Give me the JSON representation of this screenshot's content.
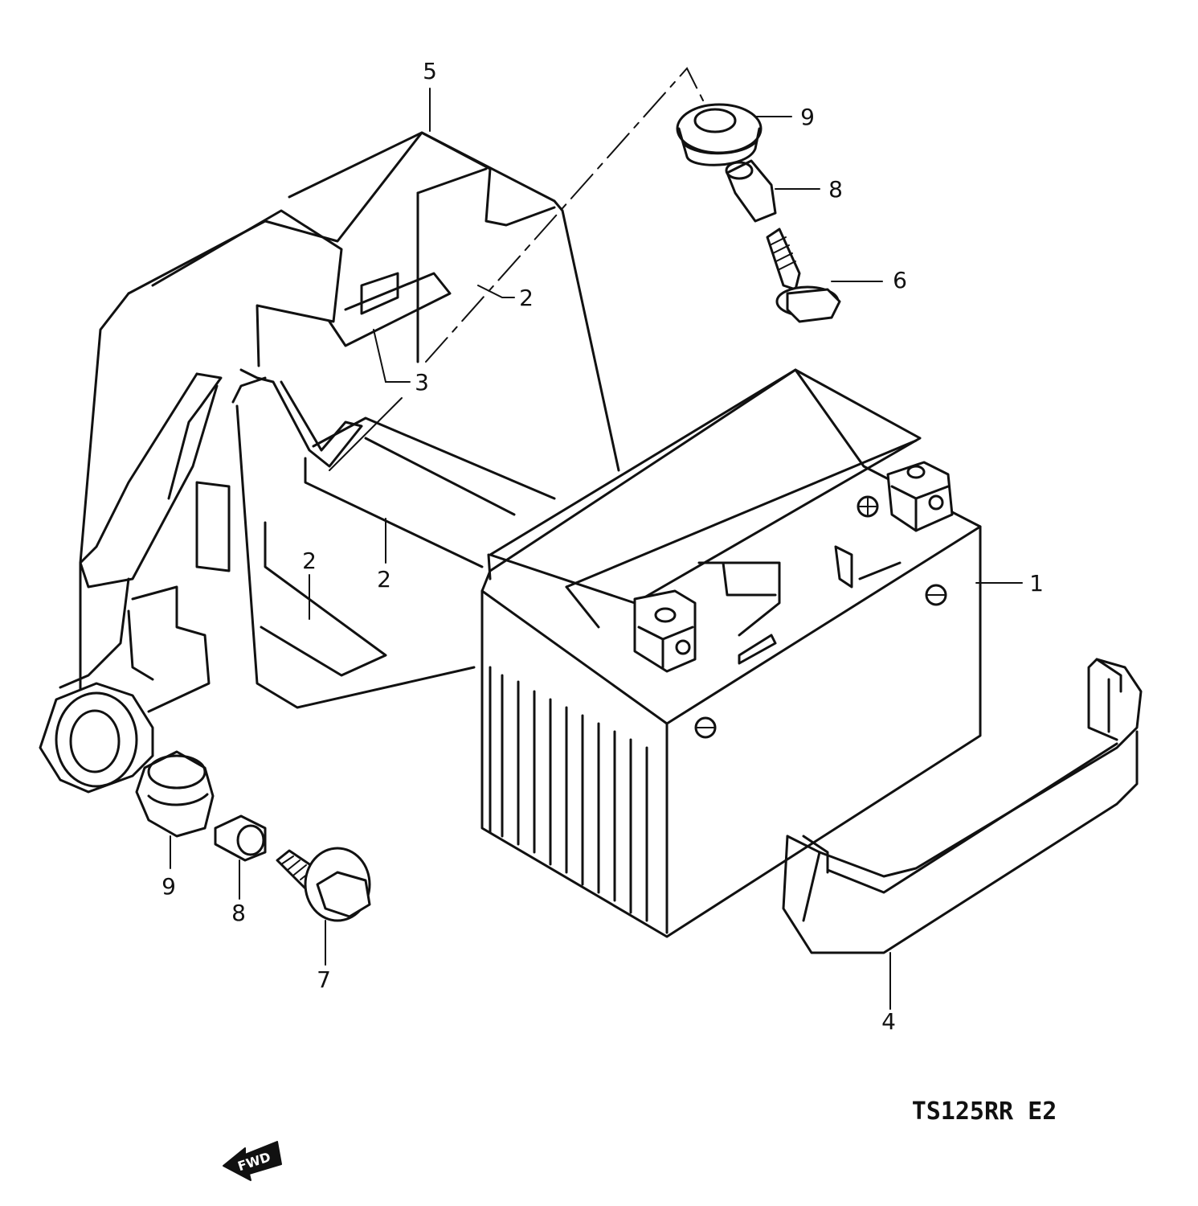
{
  "diagram": {
    "model_code": "TS125RR E2",
    "direction_label": "FWD",
    "callouts": [
      "5",
      "9",
      "8",
      "6",
      "2",
      "3",
      "2",
      "2",
      "1",
      "4",
      "9",
      "8",
      "7"
    ]
  }
}
